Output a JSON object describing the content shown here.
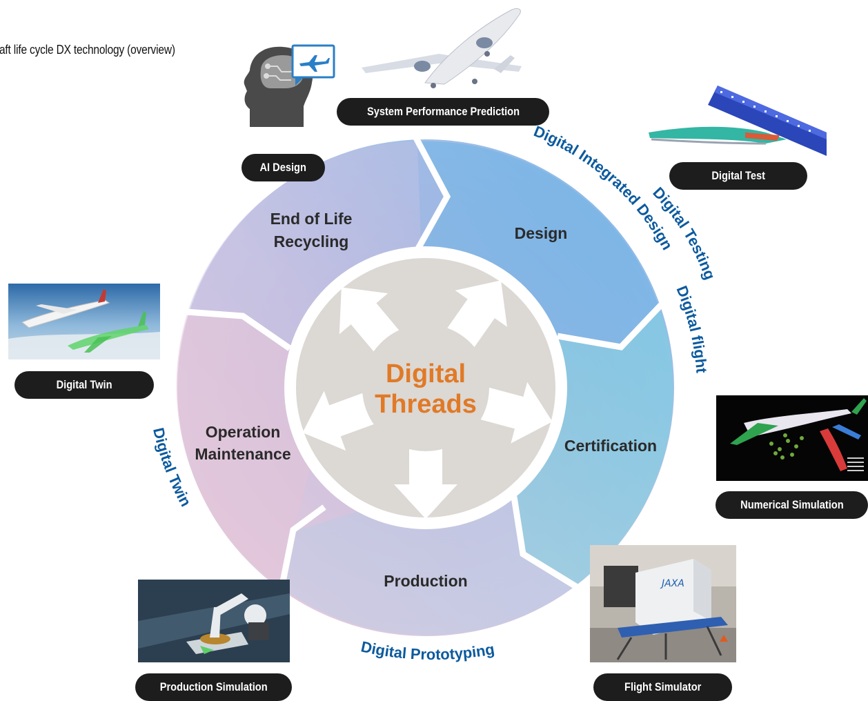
{
  "title": "raft life cycle DX technology (overview)",
  "center": {
    "line1": "Digital",
    "line2": "Threads"
  },
  "stages": {
    "design": "Design",
    "certification": "Certification",
    "production": "Production",
    "operation_line1": "Operation",
    "operation_line2": "Maintenance",
    "eol_line1": "End of Life",
    "eol_line2": "Recycling"
  },
  "arc_labels": {
    "integrated_design": "Digital Integrated Design",
    "testing": "Digital Testing",
    "flight": "Digital flight",
    "prototyping": "Digital Prototyping",
    "twin": "Digital Twin"
  },
  "pills": {
    "ai_design": "AI Design",
    "system_performance": "System Performance Prediction",
    "digital_test": "Digital Test",
    "digital_twin": "Digital Twin",
    "numerical_simulation": "Numerical Simulation",
    "production_simulation": "Production Simulation",
    "flight_simulator": "Flight Simulator"
  },
  "thumbnails": {
    "ai_design": "brain-airplane-icon",
    "system_performance": "airliner-render-image",
    "digital_test": "fuselage-test-model-image",
    "digital_twin": "twin-aircraft-image",
    "numerical_simulation": "cfd-simulation-image",
    "production_simulation": "robot-arm-image",
    "flight_simulator": "flight-simulator-photo"
  },
  "colors": {
    "design": "#6fb0e3",
    "certification": "#7fcbe0",
    "production": "#bcc9e4",
    "operation": "#e2c0d6",
    "eol": "#bcc0e4",
    "center_disk": "#dcd8d4",
    "center_text": "#e07a27",
    "arc_text": "#0b5a9e",
    "pill": "#1d1d1d"
  }
}
